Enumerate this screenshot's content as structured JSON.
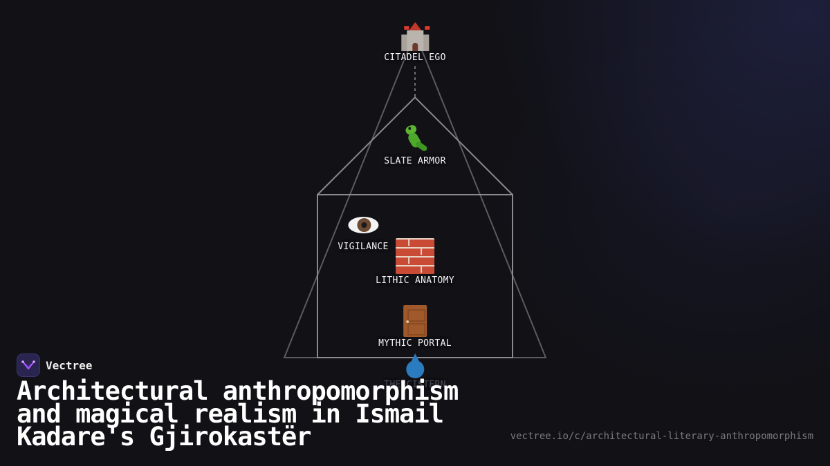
{
  "diagram": {
    "nodes": [
      {
        "id": "citadel",
        "label": "CITADEL EGO",
        "icon": "castle-icon"
      },
      {
        "id": "slate",
        "label": "SLATE ARMOR",
        "icon": "lizard-icon"
      },
      {
        "id": "vigilance",
        "label": "VIGILANCE",
        "icon": "eye-icon"
      },
      {
        "id": "lithic",
        "label": "LITHIC ANATOMY",
        "icon": "brick-icon"
      },
      {
        "id": "portal",
        "label": "MYTHIC PORTAL",
        "icon": "door-icon"
      },
      {
        "id": "cistern",
        "label": "THE CISTERN",
        "icon": "water-drop-icon"
      }
    ],
    "colors": {
      "outline": "#8a8a8f",
      "background": "#111116"
    }
  },
  "brand": {
    "name": "Vectree",
    "logo_color": "#2a2450",
    "accent": "#b15cff"
  },
  "headline": "Architectural anthropomorphism and magical realism in Ismail Kadare's Gjirokastër",
  "source_url": "vectree.io/c/architectural-literary-anthropomorphism"
}
